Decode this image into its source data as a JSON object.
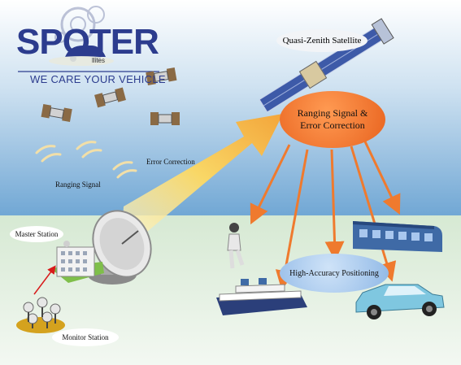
{
  "logo": {
    "word": "SPOTER",
    "tagline": "WE CARE YOUR VEHICLE",
    "small_text": "llites"
  },
  "labels": {
    "quasi_zenith": "Quasi-Zenith Satellite",
    "ranging_error_line1": "Ranging Signal &",
    "ranging_error_line2": "Error Correction",
    "error_correction": "Error Correction",
    "ranging_signal": "Ranging Signal",
    "master_station": "Master Station",
    "monitor_station": "Monitor Station",
    "high_accuracy": "High-Accuracy Positioning"
  },
  "colors": {
    "sky_top": "#6fa6d4",
    "sky_bottom": "#ffffff",
    "ground": "#e6f1e3",
    "orange_bubble": "#f0772a",
    "blue_bubble": "#a8c9ee",
    "arrow_orange": "#ef7a2e",
    "beam_yellow": "#f7cd52",
    "logo_blue": "#2c3c8e"
  },
  "icons": [
    "gps-satellite-icon",
    "quasi-zenith-satellite-icon",
    "dish-antenna-icon",
    "master-station-building-icon",
    "monitor-station-icon",
    "person-icon",
    "train-icon",
    "ship-icon",
    "car-icon"
  ]
}
